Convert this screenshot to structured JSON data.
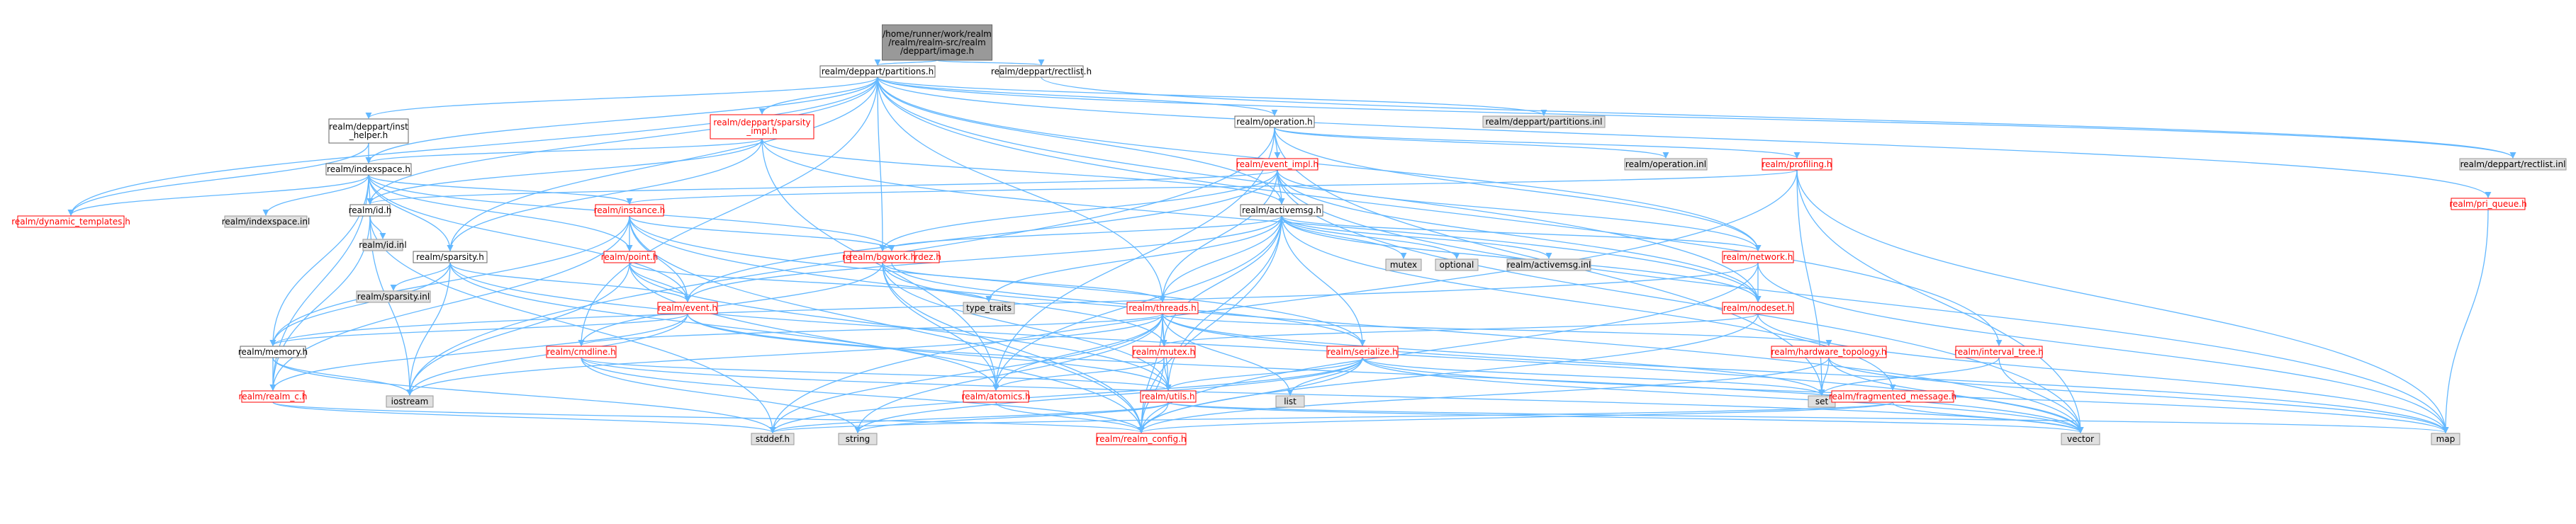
{
  "nodes": [
    {
      "id": "root",
      "label": "/home/runner/work/realm\n/realm/realm-src/realm\n/deppart/image.h",
      "style": "root"
    },
    {
      "id": "partitions_h",
      "label": "realm/deppart/partitions.h",
      "style": "normal"
    },
    {
      "id": "rectlist_h",
      "label": "realm/deppart/rectlist.h",
      "style": "normal"
    },
    {
      "id": "inst_helper",
      "label": "realm/deppart/inst\n_helper.h",
      "style": "normal"
    },
    {
      "id": "sparsity_impl",
      "label": "realm/deppart/sparsity\n_impl.h",
      "style": "red"
    },
    {
      "id": "operation_h",
      "label": "realm/operation.h",
      "style": "normal"
    },
    {
      "id": "partitions_inl",
      "label": "realm/deppart/partitions.inl",
      "style": "gray"
    },
    {
      "id": "rectlist_inl",
      "label": "realm/deppart/rectlist.inl",
      "style": "gray"
    },
    {
      "id": "indexspace_h",
      "label": "realm/indexspace.h",
      "style": "normal"
    },
    {
      "id": "operation_inl",
      "label": "realm/operation.inl",
      "style": "gray"
    },
    {
      "id": "event_impl",
      "label": "realm/event_impl.h",
      "style": "red"
    },
    {
      "id": "profiling_h",
      "label": "realm/profiling.h",
      "style": "red"
    },
    {
      "id": "pri_queue",
      "label": "realm/pri_queue.h",
      "style": "red"
    },
    {
      "id": "dynamic_templates",
      "label": "realm/dynamic_templates.h",
      "style": "red"
    },
    {
      "id": "indexspace_inl",
      "label": "realm/indexspace.inl",
      "style": "gray"
    },
    {
      "id": "id_h",
      "label": "realm/id.h",
      "style": "normal"
    },
    {
      "id": "instance_h",
      "label": "realm/instance.h",
      "style": "red"
    },
    {
      "id": "activemsg_h",
      "label": "realm/activemsg.h",
      "style": "normal"
    },
    {
      "id": "id_inl",
      "label": "realm/id.inl",
      "style": "gray"
    },
    {
      "id": "sparsity_h",
      "label": "realm/sparsity.h",
      "style": "normal"
    },
    {
      "id": "point_h",
      "label": "realm/point.h",
      "style": "red"
    },
    {
      "id": "custom_serdez",
      "label": "realm/custom_serdez.h",
      "style": "red"
    },
    {
      "id": "bgwork_h",
      "label": "realm/bgwork.h",
      "style": "red"
    },
    {
      "id": "mutex_lbl",
      "label": "mutex",
      "style": "gray"
    },
    {
      "id": "optional_lbl",
      "label": "optional",
      "style": "gray"
    },
    {
      "id": "activemsg_inl",
      "label": "realm/activemsg.inl",
      "style": "gray"
    },
    {
      "id": "network_h",
      "label": "realm/network.h",
      "style": "red"
    },
    {
      "id": "sparsity_inl",
      "label": "realm/sparsity.inl",
      "style": "gray"
    },
    {
      "id": "type_traits",
      "label": "type_traits",
      "style": "gray"
    },
    {
      "id": "event_h",
      "label": "realm/event.h",
      "style": "red"
    },
    {
      "id": "threads_h",
      "label": "realm/threads.h",
      "style": "red"
    },
    {
      "id": "nodeset_h",
      "label": "realm/nodeset.h",
      "style": "red"
    },
    {
      "id": "memory_h",
      "label": "realm/memory.h",
      "style": "normal"
    },
    {
      "id": "cmdline_h",
      "label": "realm/cmdline.h",
      "style": "red"
    },
    {
      "id": "mutex_h",
      "label": "realm/mutex.h",
      "style": "red"
    },
    {
      "id": "serialize_h",
      "label": "realm/serialize.h",
      "style": "red"
    },
    {
      "id": "hardware_topology",
      "label": "realm/hardware_topology.h",
      "style": "red"
    },
    {
      "id": "interval_tree",
      "label": "realm/interval_tree.h",
      "style": "red"
    },
    {
      "id": "realm_c",
      "label": "realm/realm_c.h",
      "style": "red"
    },
    {
      "id": "iostream",
      "label": "iostream",
      "style": "gray"
    },
    {
      "id": "atomics_h",
      "label": "realm/atomics.h",
      "style": "red"
    },
    {
      "id": "utils_h",
      "label": "realm/utils.h",
      "style": "red"
    },
    {
      "id": "list_lbl",
      "label": "list",
      "style": "gray"
    },
    {
      "id": "set_lbl",
      "label": "set",
      "style": "gray"
    },
    {
      "id": "fragmented_message",
      "label": "realm/fragmented_message.h",
      "style": "red"
    },
    {
      "id": "stddef",
      "label": "stddef.h",
      "style": "gray"
    },
    {
      "id": "string_lbl",
      "label": "string",
      "style": "gray"
    },
    {
      "id": "realm_config",
      "label": "realm/realm_config.h",
      "style": "red"
    },
    {
      "id": "vector_lbl",
      "label": "vector",
      "style": "gray"
    },
    {
      "id": "map_lbl",
      "label": "map",
      "style": "gray"
    }
  ],
  "edges": [
    [
      "root",
      "partitions_h"
    ],
    [
      "root",
      "rectlist_h"
    ],
    [
      "partitions_h",
      "inst_helper"
    ],
    [
      "partitions_h",
      "sparsity_impl"
    ],
    [
      "partitions_h",
      "operation_h"
    ],
    [
      "partitions_h",
      "partitions_inl"
    ],
    [
      "partitions_h",
      "rectlist_inl"
    ],
    [
      "partitions_h",
      "indexspace_h"
    ],
    [
      "partitions_h",
      "pri_queue"
    ],
    [
      "partitions_h",
      "dynamic_templates"
    ],
    [
      "partitions_h",
      "id_h"
    ],
    [
      "partitions_h",
      "activemsg_h"
    ],
    [
      "partitions_h",
      "sparsity_h"
    ],
    [
      "partitions_h",
      "bgwork_h"
    ],
    [
      "partitions_h",
      "threads_h"
    ],
    [
      "partitions_h",
      "nodeset_h"
    ],
    [
      "partitions_h",
      "interval_tree"
    ],
    [
      "partitions_h",
      "cmdline_h"
    ],
    [
      "partitions_h",
      "network_h"
    ],
    [
      "rectlist_h",
      "rectlist_inl"
    ],
    [
      "inst_helper",
      "indexspace_h"
    ],
    [
      "inst_helper",
      "dynamic_templates"
    ],
    [
      "sparsity_impl",
      "indexspace_h"
    ],
    [
      "sparsity_impl",
      "id_h"
    ],
    [
      "sparsity_impl",
      "activemsg_h"
    ],
    [
      "sparsity_impl",
      "sparsity_h"
    ],
    [
      "sparsity_impl",
      "atomics_h"
    ],
    [
      "sparsity_impl",
      "nodeset_h"
    ],
    [
      "operation_h",
      "operation_inl"
    ],
    [
      "operation_h",
      "event_impl"
    ],
    [
      "operation_h",
      "profiling_h"
    ],
    [
      "operation_h",
      "network_h"
    ],
    [
      "operation_h",
      "atomics_h"
    ],
    [
      "operation_h",
      "iostream"
    ],
    [
      "operation_h",
      "set_lbl"
    ],
    [
      "indexspace_h",
      "indexspace_inl"
    ],
    [
      "indexspace_h",
      "dynamic_templates"
    ],
    [
      "indexspace_h",
      "id_h"
    ],
    [
      "indexspace_h",
      "instance_h"
    ],
    [
      "indexspace_h",
      "sparsity_h"
    ],
    [
      "indexspace_h",
      "point_h"
    ],
    [
      "indexspace_h",
      "custom_serdez"
    ],
    [
      "indexspace_h",
      "memory_h"
    ],
    [
      "indexspace_h",
      "realm_c"
    ],
    [
      "indexspace_h",
      "event_h"
    ],
    [
      "event_impl",
      "id_h"
    ],
    [
      "event_impl",
      "activemsg_h"
    ],
    [
      "event_impl",
      "nodeset_h"
    ],
    [
      "event_impl",
      "network_h"
    ],
    [
      "event_impl",
      "bgwork_h"
    ],
    [
      "event_impl",
      "threads_h"
    ],
    [
      "event_impl",
      "event_h"
    ],
    [
      "event_impl",
      "vector_lbl"
    ],
    [
      "event_impl",
      "map_lbl"
    ],
    [
      "profiling_h",
      "vector_lbl"
    ],
    [
      "profiling_h",
      "map_lbl"
    ],
    [
      "profiling_h",
      "set_lbl"
    ],
    [
      "profiling_h",
      "instance_h"
    ],
    [
      "profiling_h",
      "stddef"
    ],
    [
      "pri_queue",
      "map_lbl"
    ],
    [
      "id_h",
      "id_inl"
    ],
    [
      "id_h",
      "realm_c"
    ],
    [
      "id_h",
      "iostream"
    ],
    [
      "id_h",
      "stddef"
    ],
    [
      "instance_h",
      "point_h"
    ],
    [
      "instance_h",
      "event_h"
    ],
    [
      "instance_h",
      "custom_serdez"
    ],
    [
      "instance_h",
      "memory_h"
    ],
    [
      "instance_h",
      "realm_c"
    ],
    [
      "instance_h",
      "realm_config"
    ],
    [
      "instance_h",
      "vector_lbl"
    ],
    [
      "instance_h",
      "serialize_h"
    ],
    [
      "activemsg_h",
      "mutex_lbl"
    ],
    [
      "activemsg_h",
      "optional_lbl"
    ],
    [
      "activemsg_h",
      "activemsg_inl"
    ],
    [
      "activemsg_h",
      "network_h"
    ],
    [
      "activemsg_h",
      "bgwork_h"
    ],
    [
      "activemsg_h",
      "threads_h"
    ],
    [
      "activemsg_h",
      "nodeset_h"
    ],
    [
      "activemsg_h",
      "serialize_h"
    ],
    [
      "activemsg_h",
      "mutex_h"
    ],
    [
      "activemsg_h",
      "atomics_h"
    ],
    [
      "activemsg_h",
      "utils_h"
    ],
    [
      "activemsg_h",
      "fragmented_message"
    ],
    [
      "activemsg_h",
      "realm_config"
    ],
    [
      "activemsg_h",
      "type_traits"
    ],
    [
      "activemsg_h",
      "event_h"
    ],
    [
      "sparsity_h",
      "sparsity_inl"
    ],
    [
      "sparsity_h",
      "event_h"
    ],
    [
      "sparsity_h",
      "memory_h"
    ],
    [
      "sparsity_h",
      "atomics_h"
    ],
    [
      "sparsity_h",
      "iostream"
    ],
    [
      "sparsity_h",
      "vector_lbl"
    ],
    [
      "point_h",
      "type_traits"
    ],
    [
      "point_h",
      "event_h"
    ],
    [
      "point_h",
      "utils_h"
    ],
    [
      "point_h",
      "iostream"
    ],
    [
      "point_h",
      "realm_config"
    ],
    [
      "custom_serdez",
      "serialize_h"
    ],
    [
      "bgwork_h",
      "threads_h"
    ],
    [
      "bgwork_h",
      "mutex_h"
    ],
    [
      "bgwork_h",
      "atomics_h"
    ],
    [
      "bgwork_h",
      "cmdline_h"
    ],
    [
      "bgwork_h",
      "realm_config"
    ],
    [
      "bgwork_h",
      "utils_h"
    ],
    [
      "network_h",
      "nodeset_h"
    ],
    [
      "network_h",
      "memory_h"
    ],
    [
      "network_h",
      "map_lbl"
    ],
    [
      "network_h",
      "realm_config"
    ],
    [
      "event_h",
      "realm_c"
    ],
    [
      "event_h",
      "utils_h"
    ],
    [
      "event_h",
      "iostream"
    ],
    [
      "event_h",
      "vector_lbl"
    ],
    [
      "event_h",
      "memory_h"
    ],
    [
      "threads_h",
      "mutex_h"
    ],
    [
      "threads_h",
      "atomics_h"
    ],
    [
      "threads_h",
      "utils_h"
    ],
    [
      "threads_h",
      "hardware_topology"
    ],
    [
      "threads_h",
      "cmdline_h"
    ],
    [
      "threads_h",
      "realm_config"
    ],
    [
      "threads_h",
      "list_lbl"
    ],
    [
      "threads_h",
      "set_lbl"
    ],
    [
      "threads_h",
      "map_lbl"
    ],
    [
      "threads_h",
      "string_lbl"
    ],
    [
      "threads_h",
      "stddef"
    ],
    [
      "threads_h",
      "iostream"
    ],
    [
      "nodeset_h",
      "mutex_h"
    ],
    [
      "nodeset_h",
      "realm_config"
    ],
    [
      "nodeset_h",
      "map_lbl"
    ],
    [
      "memory_h",
      "realm_c"
    ],
    [
      "memory_h",
      "iostream"
    ],
    [
      "memory_h",
      "stddef"
    ],
    [
      "cmdline_h",
      "realm_config"
    ],
    [
      "cmdline_h",
      "vector_lbl"
    ],
    [
      "cmdline_h",
      "string_lbl"
    ],
    [
      "cmdline_h",
      "utils_h"
    ],
    [
      "mutex_h",
      "atomics_h"
    ],
    [
      "mutex_h",
      "utils_h"
    ],
    [
      "mutex_h",
      "realm_config"
    ],
    [
      "serialize_h",
      "realm_config"
    ],
    [
      "serialize_h",
      "list_lbl"
    ],
    [
      "serialize_h",
      "set_lbl"
    ],
    [
      "serialize_h",
      "map_lbl"
    ],
    [
      "serialize_h",
      "vector_lbl"
    ],
    [
      "serialize_h",
      "string_lbl"
    ],
    [
      "serialize_h",
      "stddef"
    ],
    [
      "serialize_h",
      "utils_h"
    ],
    [
      "hardware_topology",
      "set_lbl"
    ],
    [
      "hardware_topology",
      "vector_lbl"
    ],
    [
      "hardware_topology",
      "map_lbl"
    ],
    [
      "hardware_topology",
      "realm_config"
    ],
    [
      "interval_tree",
      "vector_lbl"
    ],
    [
      "interval_tree",
      "set_lbl"
    ],
    [
      "realm_c",
      "realm_config"
    ],
    [
      "realm_c",
      "stddef"
    ],
    [
      "atomics_h",
      "realm_config"
    ],
    [
      "utils_h",
      "realm_config"
    ],
    [
      "utils_h",
      "string_lbl"
    ],
    [
      "utils_h",
      "vector_lbl"
    ],
    [
      "utils_h",
      "map_lbl"
    ],
    [
      "utils_h",
      "stddef"
    ],
    [
      "fragmented_message",
      "vector_lbl"
    ],
    [
      "fragmented_message",
      "realm_config"
    ],
    [
      "fragmented_message",
      "stddef"
    ]
  ],
  "colors": {
    "edge": "#63b8ff",
    "root_fill": "#999999",
    "root_stroke": "#666666",
    "normal_fill": "#ffffff",
    "normal_stroke": "#666666",
    "red_fill": "#ffffff",
    "red_stroke": "#ff0000",
    "gray_fill": "#e0e0e0",
    "gray_stroke": "#999999"
  }
}
